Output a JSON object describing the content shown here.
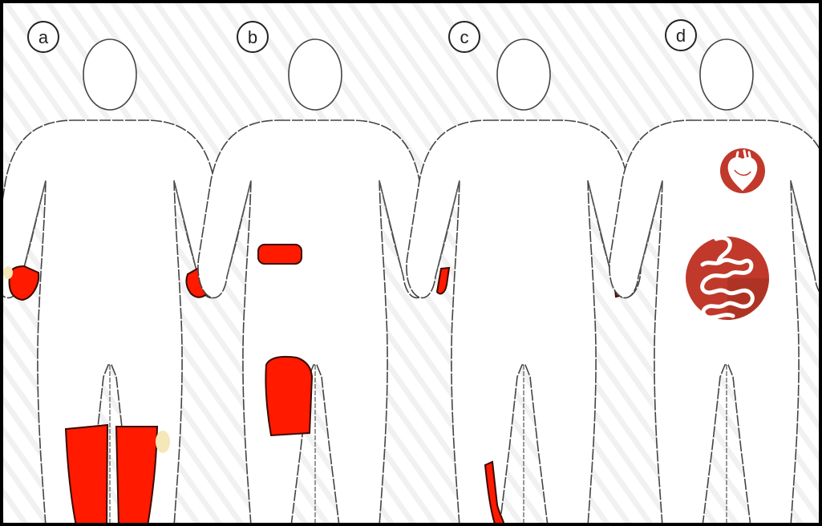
{
  "panels": [
    {
      "label": "a"
    },
    {
      "label": "b"
    },
    {
      "label": "c"
    },
    {
      "label": "d"
    }
  ],
  "colors": {
    "highlight": "#ff1a00",
    "highlight_outline": "#3a0a00",
    "organ_circle": "#c0392b",
    "organ_circle_dark": "#9e2a1f",
    "stripe": "#f0f0f0",
    "body_outline": "#444444",
    "frame": "#000000"
  }
}
